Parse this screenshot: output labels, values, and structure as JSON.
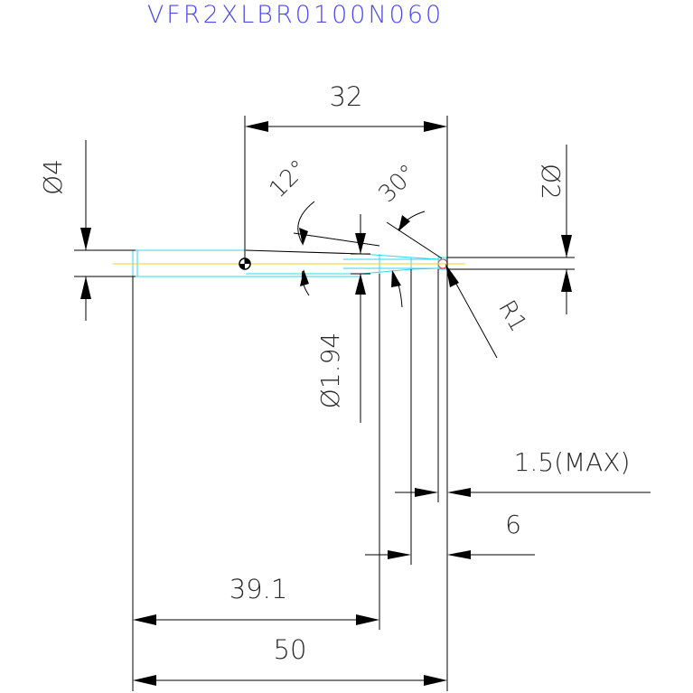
{
  "title": "VFR2XLBR0100N060",
  "dimensions": {
    "overall_length": "50",
    "neck_length": "39.1",
    "flute_length": "32",
    "shank_diameter": "Ø4",
    "tip_diameter": "Ø2",
    "neck_diameter": "Ø1.94",
    "ball_radius": "R1",
    "angle_12": "12°",
    "angle_30": "30°",
    "length_6": "6",
    "length_1_5_max": "1.5(MAX)"
  },
  "colors": {
    "text": "#2a2a2a",
    "title": "#4a4ae8",
    "line": "#000000",
    "construction": "#33d6ee",
    "center_line": "#f2d11a",
    "tip_mark": "#e04040"
  }
}
